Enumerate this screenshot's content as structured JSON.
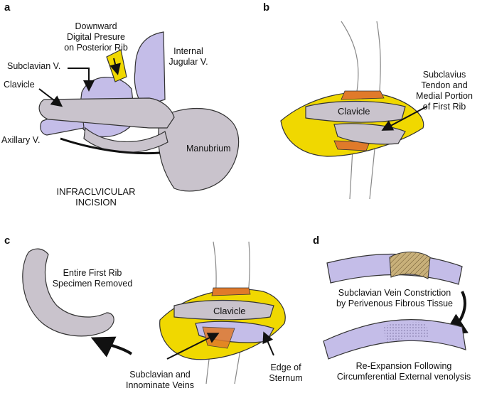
{
  "panels": {
    "a": {
      "letter": "a",
      "labels": {
        "pressure_1": "Downward",
        "pressure_2": "Digital Presure",
        "pressure_3": "on Posterior Rib",
        "ijv_1": "Internal",
        "ijv_2": "Jugular V.",
        "subclavian": "Subclavian V.",
        "clavicle": "Clavicle",
        "axillary": "Axillary V.",
        "manubrium": "Manubrium",
        "incision_1": "INFRACLVICULAR",
        "incision_2": "INCISION"
      }
    },
    "b": {
      "letter": "b",
      "labels": {
        "tendon_1": "Subclavius",
        "tendon_2": "Tendon and",
        "tendon_3": "Medial Portion",
        "tendon_4": "of First Rib",
        "clavicle": "Clavicle"
      }
    },
    "c": {
      "letter": "c",
      "labels": {
        "rib_1": "Entire First Rib",
        "rib_2": "Specimen Removed",
        "clavicle": "Clavicle",
        "veins_1": "Subclavian and",
        "veins_2": "Innominate Veins",
        "sternum_1": "Edge of",
        "sternum_2": "Sternum"
      }
    },
    "d": {
      "letter": "d",
      "labels": {
        "constriction_1": "Subclavian Vein Constriction",
        "constriction_2": "by Perivenous Fibrous Tissue",
        "expansion_1": "Re-Expansion Following",
        "expansion_2": "Circumferential External venolysis"
      }
    }
  },
  "colors": {
    "vein": "#c4bde8",
    "bone": "#c9c3cc",
    "fat": "#f0d800",
    "muscle": "#e07a2a",
    "fibrous": "#c8b07a",
    "ink": "#111111"
  }
}
